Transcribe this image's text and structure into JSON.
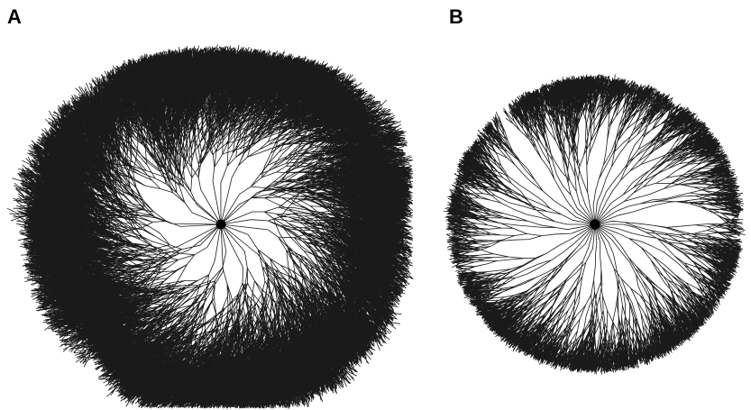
{
  "figure": {
    "panels": [
      {
        "id": "A",
        "label": "A",
        "description_type": "radial-branching-network",
        "branch_color": "#1a1a1a",
        "root_color": "#000000",
        "growth": "irregular"
      },
      {
        "id": "B",
        "label": "B",
        "description_type": "radial-branching-network",
        "branch_color": "#1a1a1a",
        "root_color": "#000000",
        "growth": "regular"
      }
    ]
  }
}
